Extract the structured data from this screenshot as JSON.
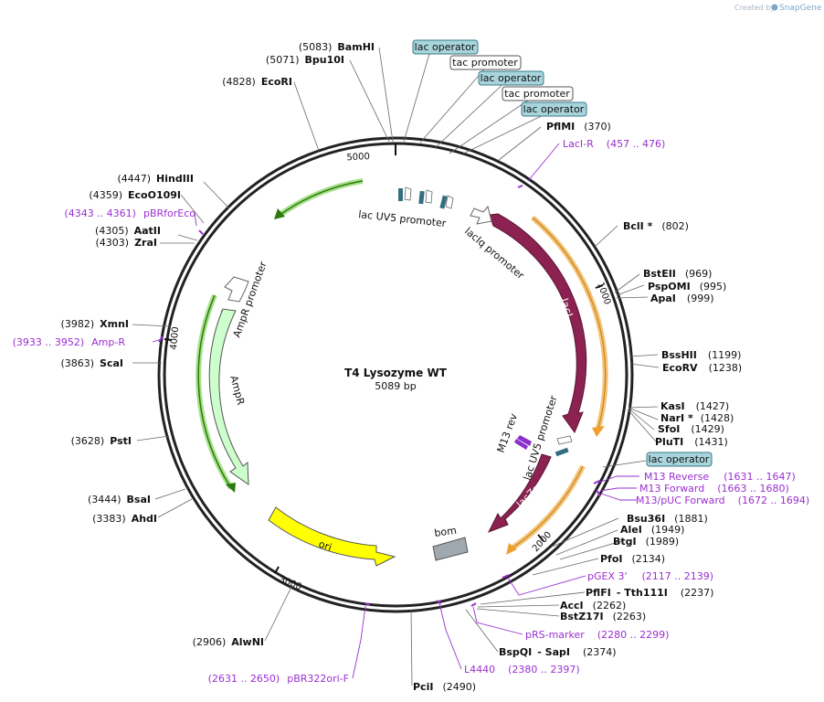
{
  "plasmid": {
    "name": "T4 Lysozyme WT",
    "length_label": "5089 bp"
  },
  "credit": {
    "created_by": "Created by",
    "brand": "SnapGene"
  },
  "ticks": [
    "5000",
    "1000",
    "2000",
    "3000",
    "4000"
  ],
  "left_sites": [
    {
      "pos": "(5083)",
      "name": "BamHI"
    },
    {
      "pos": "(5071)",
      "name": "Bpu10I"
    },
    {
      "pos": "(4828)",
      "name": "EcoRI"
    },
    {
      "pos": "(4447)",
      "name": "HindIII"
    },
    {
      "pos": "(4359)",
      "name": "EcoO109I"
    },
    {
      "pos": "(4305)",
      "name": "AatII"
    },
    {
      "pos": "(4303)",
      "name": "ZraI"
    },
    {
      "pos": "(3982)",
      "name": "XmnI"
    },
    {
      "pos": "(3863)",
      "name": "ScaI"
    },
    {
      "pos": "(3628)",
      "name": "PstI"
    },
    {
      "pos": "(3444)",
      "name": "BsaI"
    },
    {
      "pos": "(3383)",
      "name": "AhdI"
    },
    {
      "pos": "(2906)",
      "name": "AlwNI"
    }
  ],
  "right_sites": [
    {
      "name": "PflMI",
      "pos": "(370)"
    },
    {
      "name": "BclI *",
      "pos": "(802)"
    },
    {
      "name": "BstEII",
      "pos": "(969)"
    },
    {
      "name": "PspOMI",
      "pos": "(995)"
    },
    {
      "name": "ApaI",
      "pos": "(999)"
    },
    {
      "name": "BssHII",
      "pos": "(1199)"
    },
    {
      "name": "EcoRV",
      "pos": "(1238)"
    },
    {
      "name": "KasI",
      "pos": "(1427)"
    },
    {
      "name": "NarI *",
      "pos": "(1428)"
    },
    {
      "name": "SfoI",
      "pos": "(1429)"
    },
    {
      "name": "PluTI",
      "pos": "(1431)"
    },
    {
      "name": "Bsu36I",
      "pos": "(1881)"
    },
    {
      "name": "AleI",
      "pos": "(1949)"
    },
    {
      "name": "BtgI",
      "pos": "(1989)"
    },
    {
      "name": "PfoI",
      "pos": "(2134)"
    },
    {
      "name": "PflFI",
      "sep": "- Tth111I",
      "pos": "(2237)"
    },
    {
      "name": "AccI",
      "pos": "(2262)"
    },
    {
      "name": "BstZ17I",
      "pos": "(2263)"
    },
    {
      "name": "BspQI",
      "sep": "- SapI",
      "pos": "(2374)"
    },
    {
      "name": "PciI",
      "pos": "(2490)"
    }
  ],
  "primers": [
    {
      "range": "(457 .. 476)",
      "name": "LacI-R"
    },
    {
      "range": "(4343 .. 4361)",
      "name": "pBRforEco"
    },
    {
      "range": "(3933 .. 3952)",
      "name": "Amp-R"
    },
    {
      "name": "M13 Reverse",
      "range": "(1631 .. 1647)"
    },
    {
      "name": "M13 Forward",
      "range": "(1663 .. 1680)"
    },
    {
      "name": "M13/pUC Forward",
      "range": "(1672 .. 1694)"
    },
    {
      "name": "pGEX 3'",
      "range": "(2117 .. 2139)"
    },
    {
      "name": "pRS-marker",
      "range": "(2280 .. 2299)"
    },
    {
      "name": "L4440",
      "range": "(2380 .. 2397)"
    },
    {
      "range": "(2631 .. 2650)",
      "name": "pBR322ori-F"
    }
  ],
  "boxed_features": [
    "lac operator",
    "tac promoter",
    "lac operator",
    "tac promoter",
    "lac operator",
    "lac operator"
  ],
  "features": {
    "lacuv5_top": "lac UV5 promoter",
    "laciq": "lacIq promoter",
    "lacI": "lacI",
    "ampr_promoter": "AmpR promoter",
    "ampr": "AmpR",
    "m13rev": "M13 rev",
    "lacuv5_mid": "lac UV5 promoter",
    "lacza": "lacZα",
    "bom": "bom",
    "ori": "ori"
  },
  "colors": {
    "lacI": "#8b2252",
    "ampr": "#ccffcc",
    "ori": "#ffff00",
    "bom": "#a0a8b0",
    "operator": "#a8d4dc",
    "orange": "#f5a623",
    "green": "#66cc33",
    "primer": "#9a2fd0"
  }
}
